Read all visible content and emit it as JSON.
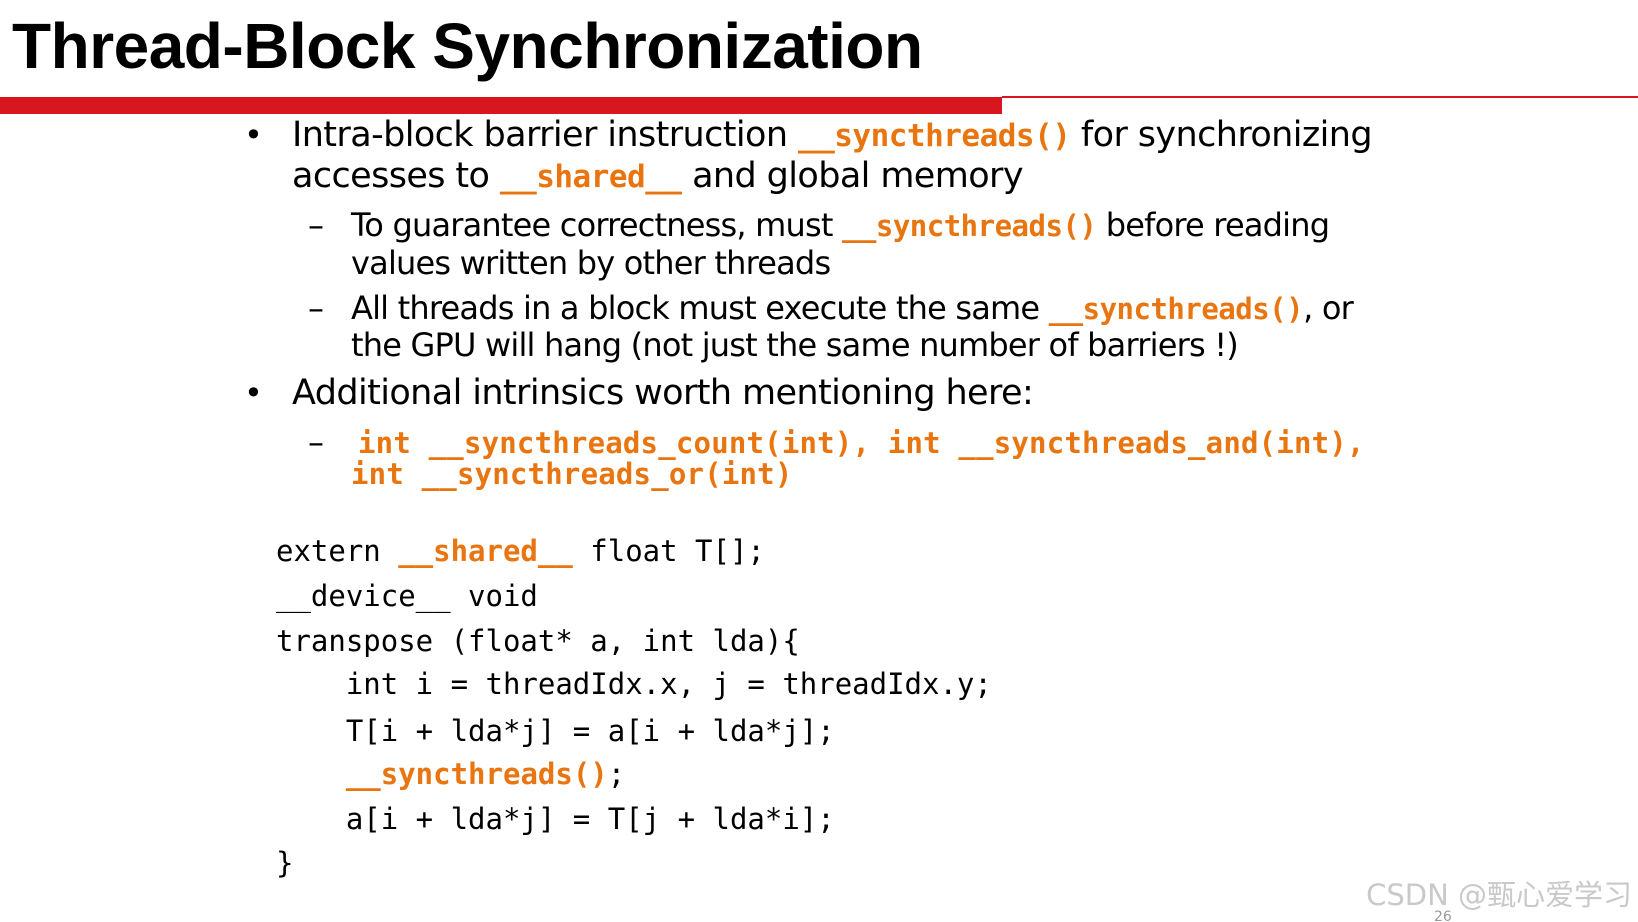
{
  "title": "Thread-Block Synchronization",
  "bullets": [
    {
      "line1_pre": "Intra-block barrier instruction ",
      "line1_code": "__syncthreads()",
      "line1_post": " for synchronizing",
      "line2_pre": "accesses to ",
      "line2_code": "__shared__",
      "line2_post": " and global memory",
      "subitems": [
        {
          "line1_pre": "To guarantee correctness, must ",
          "line1_code": "__syncthreads()",
          "line1_post": "  before reading",
          "line2": "values written by other threads"
        },
        {
          "line1_pre": "All threads in a block must execute the same ",
          "line1_code": "__syncthreads()",
          "line1_post": ", or",
          "line2": "the GPU will hang (not just the same number of barriers !)"
        }
      ]
    },
    {
      "line1": "Additional intrinsics worth mentioning here:",
      "subitems": [
        {
          "code_line1": "int __syncthreads_count(int), int __syncthreads_and(int),",
          "code_line2": "int __syncthreads_or(int)"
        }
      ]
    }
  ],
  "code": {
    "line1_pre": "extern ",
    "line1_kw": "__shared__",
    "line1_post": " float T[];",
    "line2": "__device__ void",
    "line3": "transpose (float* a, int lda){",
    "line4": "    int i = threadIdx.x, j = threadIdx.y;",
    "line5": "    T[i + lda*j] = a[i + lda*j];",
    "line6_indent": "    ",
    "line6_kw": "__syncthreads()",
    "line6_post": ";",
    "line7": "    a[i + lda*j] = T[j + lda*i];",
    "line8": "}"
  },
  "watermark": "CSDN @甄心爱学习",
  "page_number": "26",
  "colors": {
    "accent_red": "#d7161d",
    "code_orange": "#e8750f"
  }
}
